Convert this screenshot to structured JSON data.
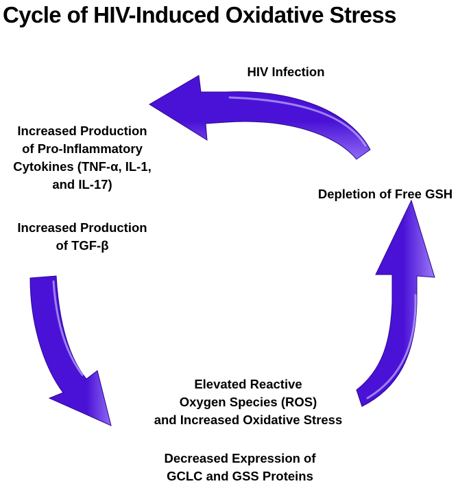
{
  "diagram": {
    "title": "Cycle of HIV-Induced Oxidative Stress",
    "nodes": {
      "hiv_infection": {
        "lines": [
          "HIV Infection"
        ]
      },
      "depletion_gsh": {
        "lines": [
          "Depletion of Free GSH"
        ]
      },
      "pro_inflammatory": {
        "lines": [
          "Increased Production",
          "of Pro-Inflammatory",
          "Cytokines (TNF-α, IL-1,",
          "and IL-17)"
        ]
      },
      "tgf_beta": {
        "lines": [
          "Increased Production",
          "of TGF-β"
        ]
      },
      "ros": {
        "lines": [
          "Elevated Reactive",
          "Oxygen Species (ROS)",
          "and Increased Oxidative Stress"
        ]
      },
      "gclc_gss": {
        "lines": [
          "Decreased Expression of",
          "GCLC and GSS Proteins"
        ]
      }
    },
    "colors": {
      "arrow_fill": "#4a12d6",
      "arrow_dark": "#2a0690",
      "arrow_highlight": "#b9a6ff",
      "text": "#000000"
    }
  }
}
